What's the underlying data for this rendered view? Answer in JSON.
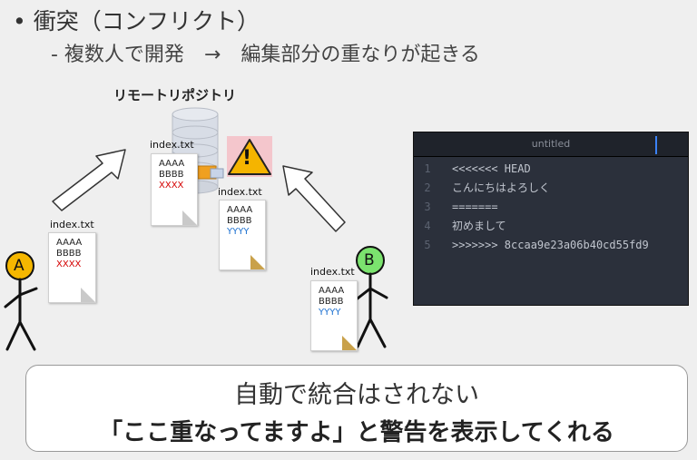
{
  "title": {
    "bullet": "•",
    "text": "衝突（コンフリクト）"
  },
  "subtitle": "- 複数人で開発　→　編集部分の重なりが起きる",
  "repo_label": "リモートリポジトリ",
  "files": {
    "remote": {
      "name": "index.txt",
      "lines": [
        "AAAA",
        "BBBB",
        "XXXX"
      ]
    },
    "incoming_b": {
      "name": "index.txt",
      "lines": [
        "AAAA",
        "BBBB",
        "YYYY"
      ]
    },
    "user_a": {
      "name": "index.txt",
      "lines": [
        "AAAA",
        "BBBB",
        "XXXX"
      ]
    },
    "user_b": {
      "name": "index.txt",
      "lines": [
        "AAAA",
        "BBBB",
        "YYYY"
      ]
    }
  },
  "users": {
    "a": "A",
    "b": "B"
  },
  "warning": {
    "icon": "warning-icon",
    "symbol": "!"
  },
  "editor": {
    "tab_title": "untitled",
    "lines": [
      {
        "n": "1",
        "text": "<<<<<<< HEAD"
      },
      {
        "n": "2",
        "text": "こんにちはよろしく"
      },
      {
        "n": "3",
        "text": "======="
      },
      {
        "n": "4",
        "text": "初めまして"
      },
      {
        "n": "5",
        "text": ">>>>>>> 8ccaa9e23a06b40cd55fd9"
      }
    ]
  },
  "callout": {
    "line1": "自動で統合はされない",
    "line2": "「ここ重なってますよ」と警告を表示してくれる"
  },
  "colors": {
    "user_a": "#f5b700",
    "user_b": "#7be36e",
    "red_text": "#d40000",
    "blue_text": "#1a6fd0",
    "editor_bg": "#2b303b"
  }
}
